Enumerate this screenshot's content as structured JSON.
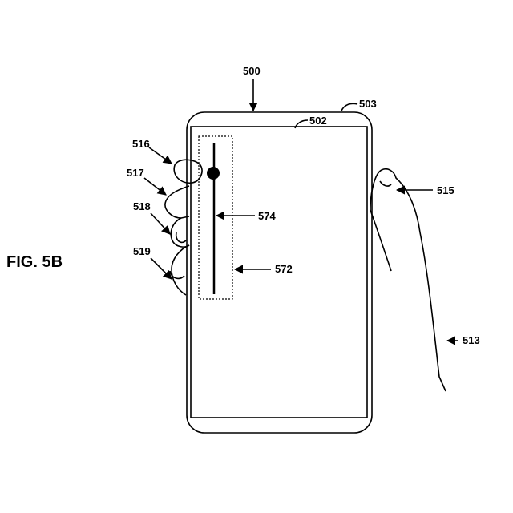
{
  "figure_label": "FIG. 5B",
  "refs": {
    "device": "500",
    "display": "502",
    "housing": "503",
    "finger_516": "516",
    "finger_517": "517",
    "finger_518": "518",
    "finger_519": "519",
    "thumb": "515",
    "hand": "513",
    "slider_track": "574",
    "slider_region": "572"
  }
}
